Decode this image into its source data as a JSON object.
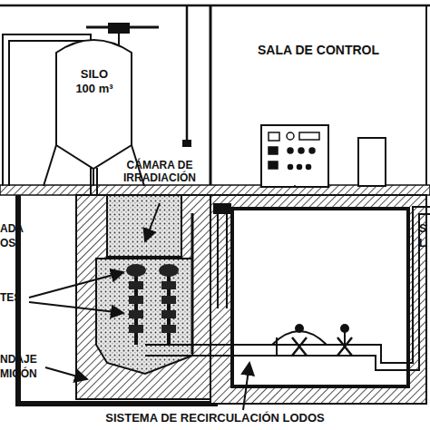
{
  "diagram": {
    "nodes": [
      {
        "text": [
          "SILO 100 m³"
        ]
      },
      {
        "text": [
          "SALA DE CONTROL"
        ]
      }
    ],
    "labels": [
      "ADA",
      "OS",
      "CÁMARA DE IRRADIACIÓN",
      "TES",
      "NDAJE",
      "MIGÓN",
      "SISTEMA DE RECIRCULACIÓN LODOS",
      "S",
      "L"
    ]
  }
}
